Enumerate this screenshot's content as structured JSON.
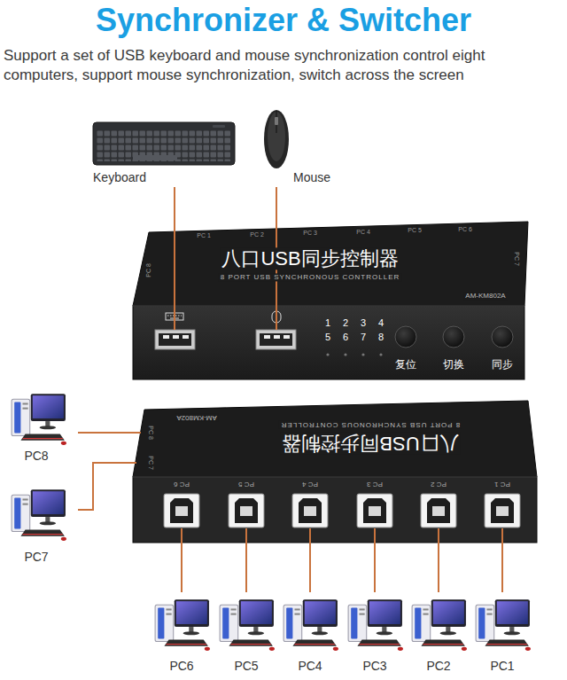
{
  "diagram": {
    "title": "Synchronizer & Switcher",
    "caption": "Support a set of USB keyboard and mouse synchronization control eight computers, support mouse synchronization, switch across the screen",
    "nodes": [
      {
        "text": [
          "Keyboard"
        ]
      },
      {
        "text": [
          "Mouse"
        ]
      },
      {
        "text": [
          "八口USB同步控制器",
          "8 PORT USB SYNCHRONOUS CONTROLLER",
          "AM-KM802A"
        ]
      },
      {
        "text": [
          "PC8"
        ]
      },
      {
        "text": [
          "八口USB同步控制器",
          "8 PORT USB SYNCHRONOUS CONTROLLER",
          "AM-KM802A"
        ]
      },
      {
        "text": [
          "PC7"
        ]
      },
      {
        "text": [
          "PC6"
        ]
      },
      {
        "text": [
          "PC5"
        ]
      },
      {
        "text": [
          "PC4"
        ]
      },
      {
        "text": [
          "PC3"
        ]
      },
      {
        "text": [
          "PC2"
        ]
      },
      {
        "text": [
          "PC1"
        ]
      }
    ],
    "edges": [
      {
        "from": 0,
        "to": 2,
        "arrow": "none"
      },
      {
        "from": 1,
        "to": 2,
        "arrow": "none"
      },
      {
        "from": 4,
        "to": 3,
        "arrow": "none"
      },
      {
        "from": 4,
        "to": 5,
        "arrow": "none"
      },
      {
        "from": 4,
        "to": 6,
        "arrow": "none"
      },
      {
        "from": 4,
        "to": 7,
        "arrow": "none"
      },
      {
        "from": 4,
        "to": 8,
        "arrow": "none"
      },
      {
        "from": 4,
        "to": 9,
        "arrow": "none"
      },
      {
        "from": 4,
        "to": 10,
        "arrow": "none"
      },
      {
        "from": 4,
        "to": 11,
        "arrow": "none"
      }
    ],
    "labels": [
      "PC 1",
      "PC 2",
      "PC 3",
      "PC 4",
      "PC 5",
      "PC 6",
      "PC 8",
      "PC 7",
      "1",
      "5",
      "2",
      "6",
      "3",
      "7",
      "4",
      "8",
      "复位",
      "切换",
      "同步",
      "PC 6",
      "PC 5",
      "PC 4",
      "PC 3",
      "PC 2",
      "PC 1",
      "PC 8",
      "PC 7"
    ]
  }
}
